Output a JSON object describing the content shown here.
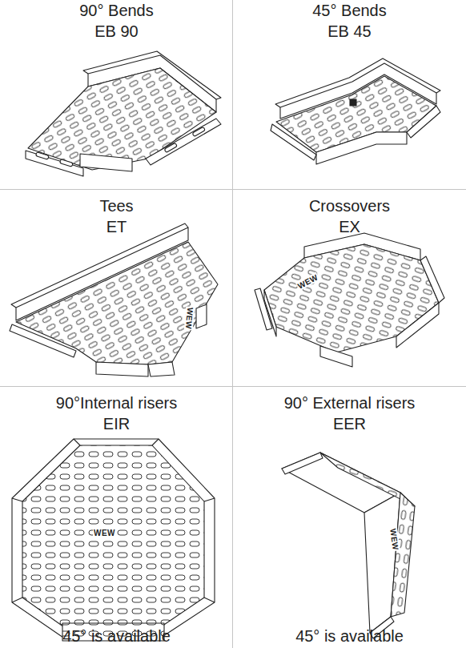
{
  "diagram": {
    "nodes": [
      {
        "text": [
          "90° Bends",
          "EB 90"
        ]
      },
      {
        "text": [
          "45° Bends",
          "EB 45"
        ]
      },
      {
        "text": [
          "Tees",
          "ET"
        ]
      },
      {
        "text": [
          "Crossovers",
          "EX"
        ]
      },
      {
        "text": [
          "90°Internal risers",
          "EIR",
          "45° is available"
        ]
      },
      {
        "text": [
          "90° External risers",
          "EER",
          "45° is available"
        ]
      }
    ],
    "labels": [
      "WEW",
      "WEW",
      "WEW",
      "WEW"
    ]
  }
}
